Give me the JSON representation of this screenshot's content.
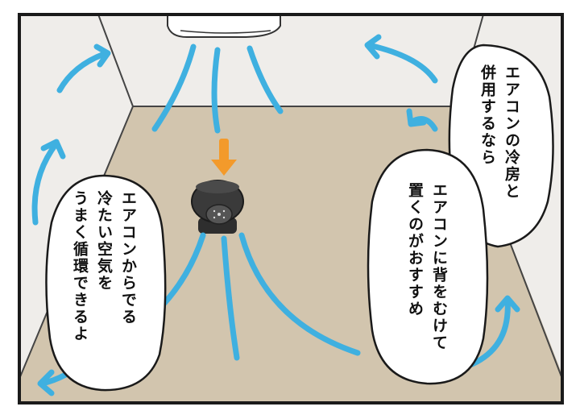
{
  "comic_panel": {
    "bubbles": {
      "top_right": {
        "lines": [
          "エアコンの冷房と",
          "併用するなら"
        ]
      },
      "middle_right": {
        "lines": [
          "エアコンに背をむけて",
          "置くのがおすすめ"
        ]
      },
      "left": {
        "lines": [
          "エアコンからでる",
          "冷たい空気を",
          "うまく循環できるよ"
        ]
      }
    },
    "colors": {
      "frame": "#1a1a1a",
      "wall": "#efedea",
      "floor": "#d2c5ae",
      "airflow": "#3fb0e0",
      "down_arrow": "#f39a2b",
      "circulator": "#3a3a3a"
    },
    "objects": [
      "air-conditioner",
      "air-circulator",
      "down-arrow-icon",
      "airflow-arrows"
    ]
  }
}
